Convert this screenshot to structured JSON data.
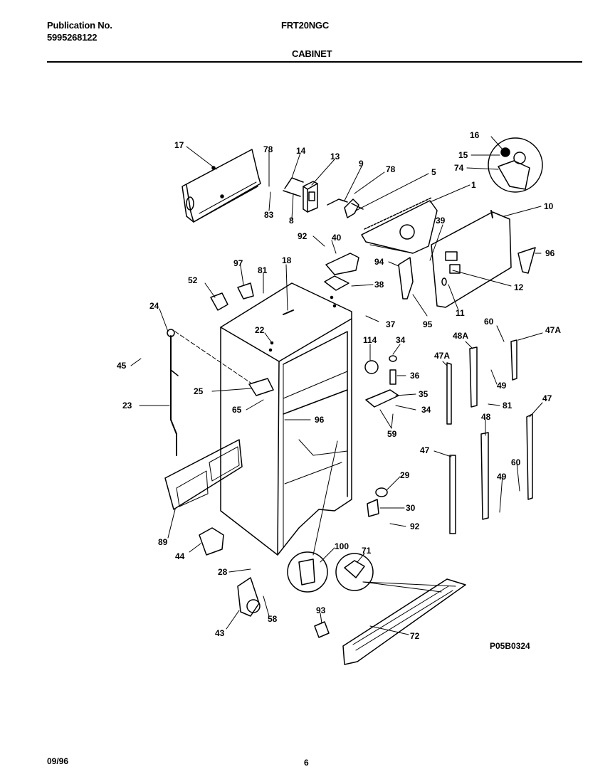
{
  "header": {
    "publication_label": "Publication No.",
    "publication_number": "5995268122",
    "model": "FRT20NGC",
    "section": "CABINET"
  },
  "footer": {
    "date": "09/96",
    "page": "6"
  },
  "diagram_code": "P05B0324",
  "callouts": {
    "c17": "17",
    "c78a": "78",
    "c14": "14",
    "c13": "13",
    "c9": "9",
    "c78b": "78",
    "c5": "5",
    "c83": "83",
    "c8": "8",
    "c1": "1",
    "c16": "16",
    "c15": "15",
    "c74": "74",
    "c10": "10",
    "c39": "39",
    "c96a": "96",
    "c12": "12",
    "c11": "11",
    "c92a": "92",
    "c40": "40",
    "c94": "94",
    "c95": "95",
    "c97": "97",
    "c81a": "81",
    "c18": "18",
    "c38": "38",
    "c52": "52",
    "c37": "37",
    "c24": "24",
    "c22": "22",
    "c60a": "60",
    "c47Aa": "47A",
    "c114": "114",
    "c34a": "34",
    "c48A": "48A",
    "c47Ab": "47A",
    "c45": "45",
    "c36": "36",
    "c49a": "49",
    "c25": "25",
    "c23": "23",
    "c65": "65",
    "c35": "35",
    "c34b": "34",
    "c81b": "81",
    "c47a": "47",
    "c96b": "96",
    "c59": "59",
    "c48": "48",
    "c47b": "47",
    "c60b": "60",
    "c29": "29",
    "c49b": "49",
    "c30": "30",
    "c92b": "92",
    "c89": "89",
    "c100": "100",
    "c71": "71",
    "c44": "44",
    "c28": "28",
    "c58": "58",
    "c93": "93",
    "c43": "43",
    "c72": "72"
  }
}
